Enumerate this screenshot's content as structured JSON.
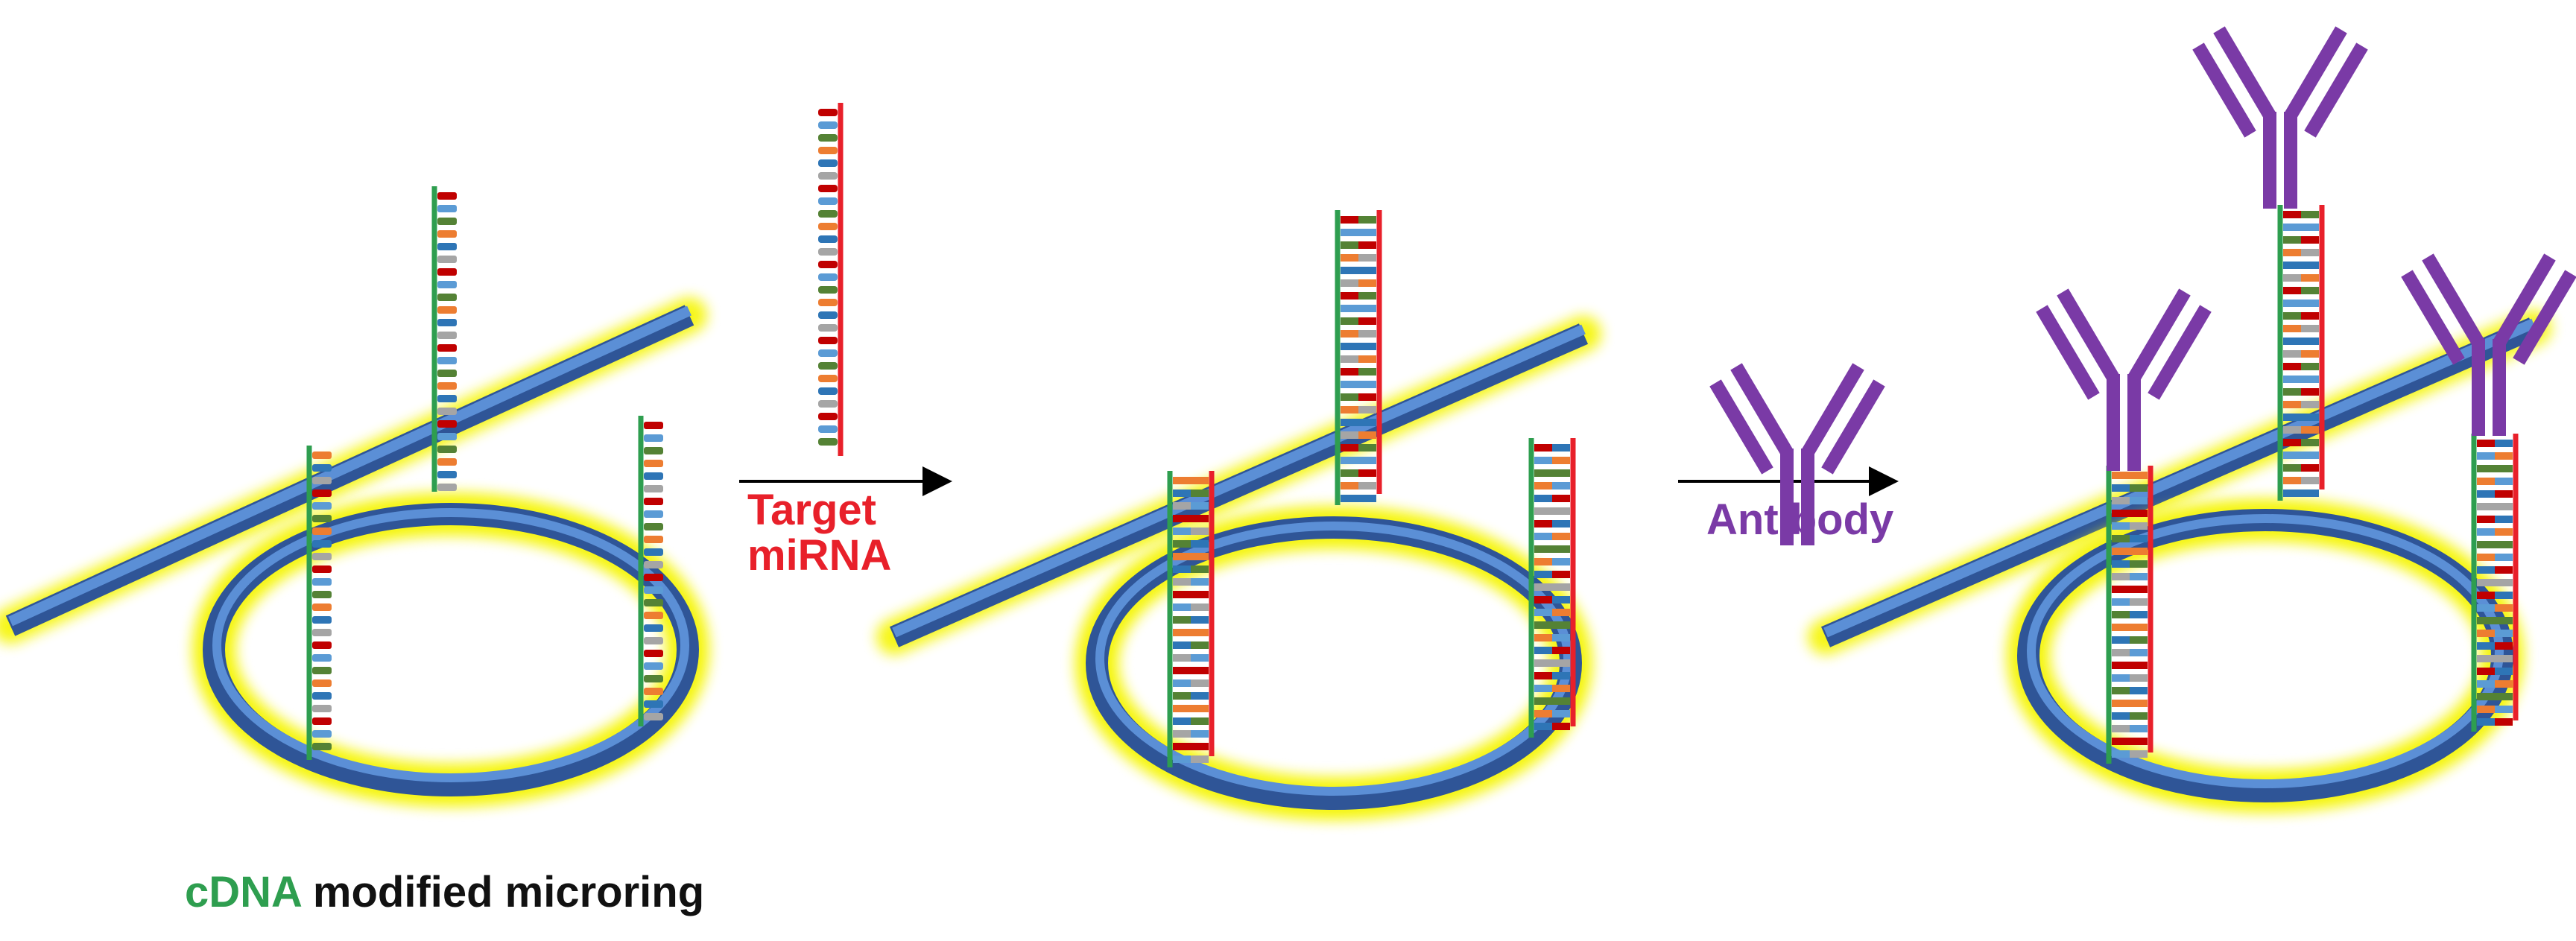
{
  "labels": {
    "caption_highlight": "cDNA",
    "caption_rest": "modified microring",
    "step1_line1": "Target",
    "step1_line2": "miRNA",
    "step2": "Antibody"
  },
  "colors": {
    "cdna_strand": "#2e9e4f",
    "mirna_strand": "#e8202a",
    "antibody": "#7a3aa6",
    "waveguide": "#4472c4",
    "glow": "#f5f500",
    "bases": [
      "#c00000",
      "#5b9bd5",
      "#548235",
      "#ed7d31",
      "#2e75b6",
      "#a5a5a5"
    ]
  },
  "stages": [
    {
      "name": "cdna-modified-ring",
      "probes": 3,
      "hybridized": false,
      "antibodies": false
    },
    {
      "name": "mirna-hybridized-ring",
      "probes": 3,
      "hybridized": true,
      "antibodies": false
    },
    {
      "name": "antibody-bound-ring",
      "probes": 3,
      "hybridized": true,
      "antibodies": true
    }
  ]
}
